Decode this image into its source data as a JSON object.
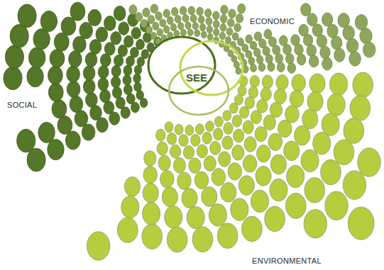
{
  "diagram": {
    "labels": [
      "ECONOMIC",
      "SOCIAL",
      "SEE",
      "ENVIRONMENTAL"
    ]
  }
}
